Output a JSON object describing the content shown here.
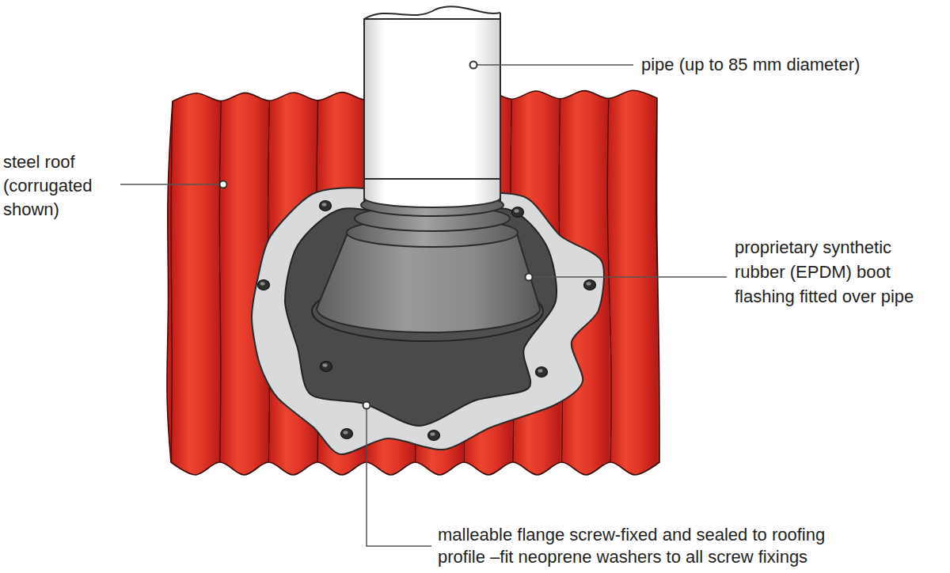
{
  "diagram": {
    "labels": [
      "pipe (up to 85 mm diameter)",
      "steel roof (corrugated shown)",
      "proprietary synthetic rubber (EPDM) boot flashing fitted over pipe",
      "malleable flange screw-fixed and sealed to roofing profile –fit neoprene washers to all screw fixings"
    ]
  }
}
